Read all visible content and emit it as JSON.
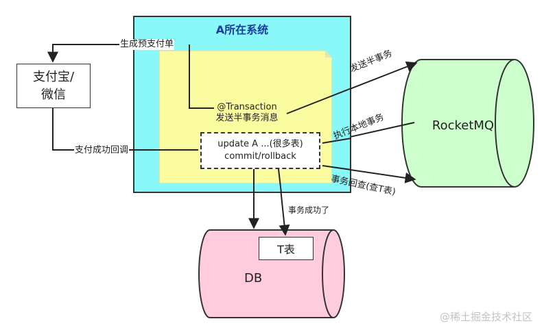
{
  "system": {
    "title": "A所在系统"
  },
  "payment": {
    "line1": "支付宝/",
    "line2": "微信"
  },
  "annotation": {
    "line1": "@Transaction",
    "line2": "发送半事务消息"
  },
  "process": {
    "line1": "update A ...(很多表)",
    "line2": "commit/rollback"
  },
  "mq": {
    "label": "RocketMQ"
  },
  "database": {
    "label": "DB",
    "table": "T表"
  },
  "edges": {
    "generate_prepay": "生成预支付单",
    "pay_success_callback": "支付成功回调",
    "send_half_tx": "发送半事务",
    "exec_local_tx": "执行本地事务",
    "tx_check": "事务回查(查T表)",
    "tx_success": "事务成功了"
  },
  "watermark": "@稀土掘金技术社区",
  "colors": {
    "system_bg": "#88f8f8",
    "note_bg": "#fbfba0",
    "mq_fill": "#ccffcc",
    "db_fill": "#ffccdd",
    "title_color": "#1c3c9c"
  }
}
